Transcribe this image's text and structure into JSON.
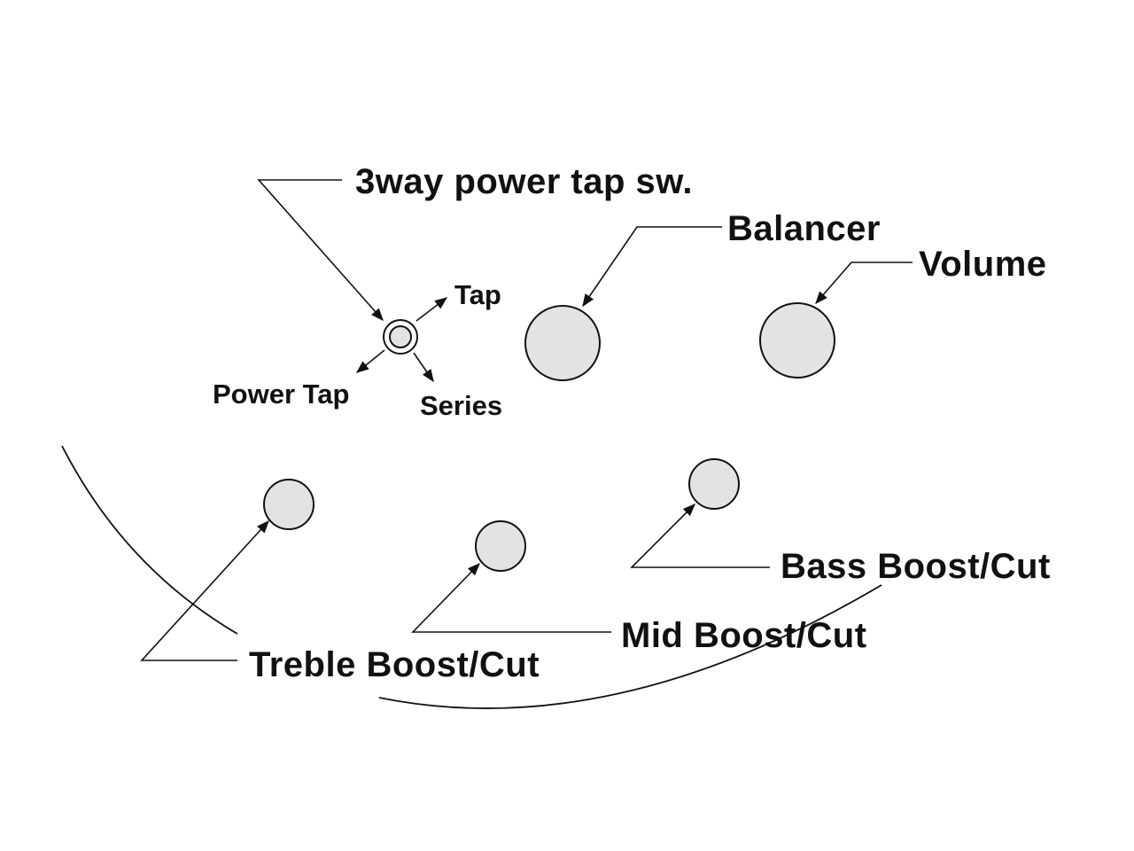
{
  "labels": {
    "switch": "3way power tap sw.",
    "balancer": "Balancer",
    "volume": "Volume",
    "tap": "Tap",
    "power_tap": "Power Tap",
    "series": "Series",
    "treble": "Treble Boost/Cut",
    "mid": "Mid Boost/Cut",
    "bass": "Bass Boost/Cut"
  },
  "colors": {
    "knob_fill": "#e3e3e3",
    "line": "#111111",
    "background": "#ffffff"
  }
}
